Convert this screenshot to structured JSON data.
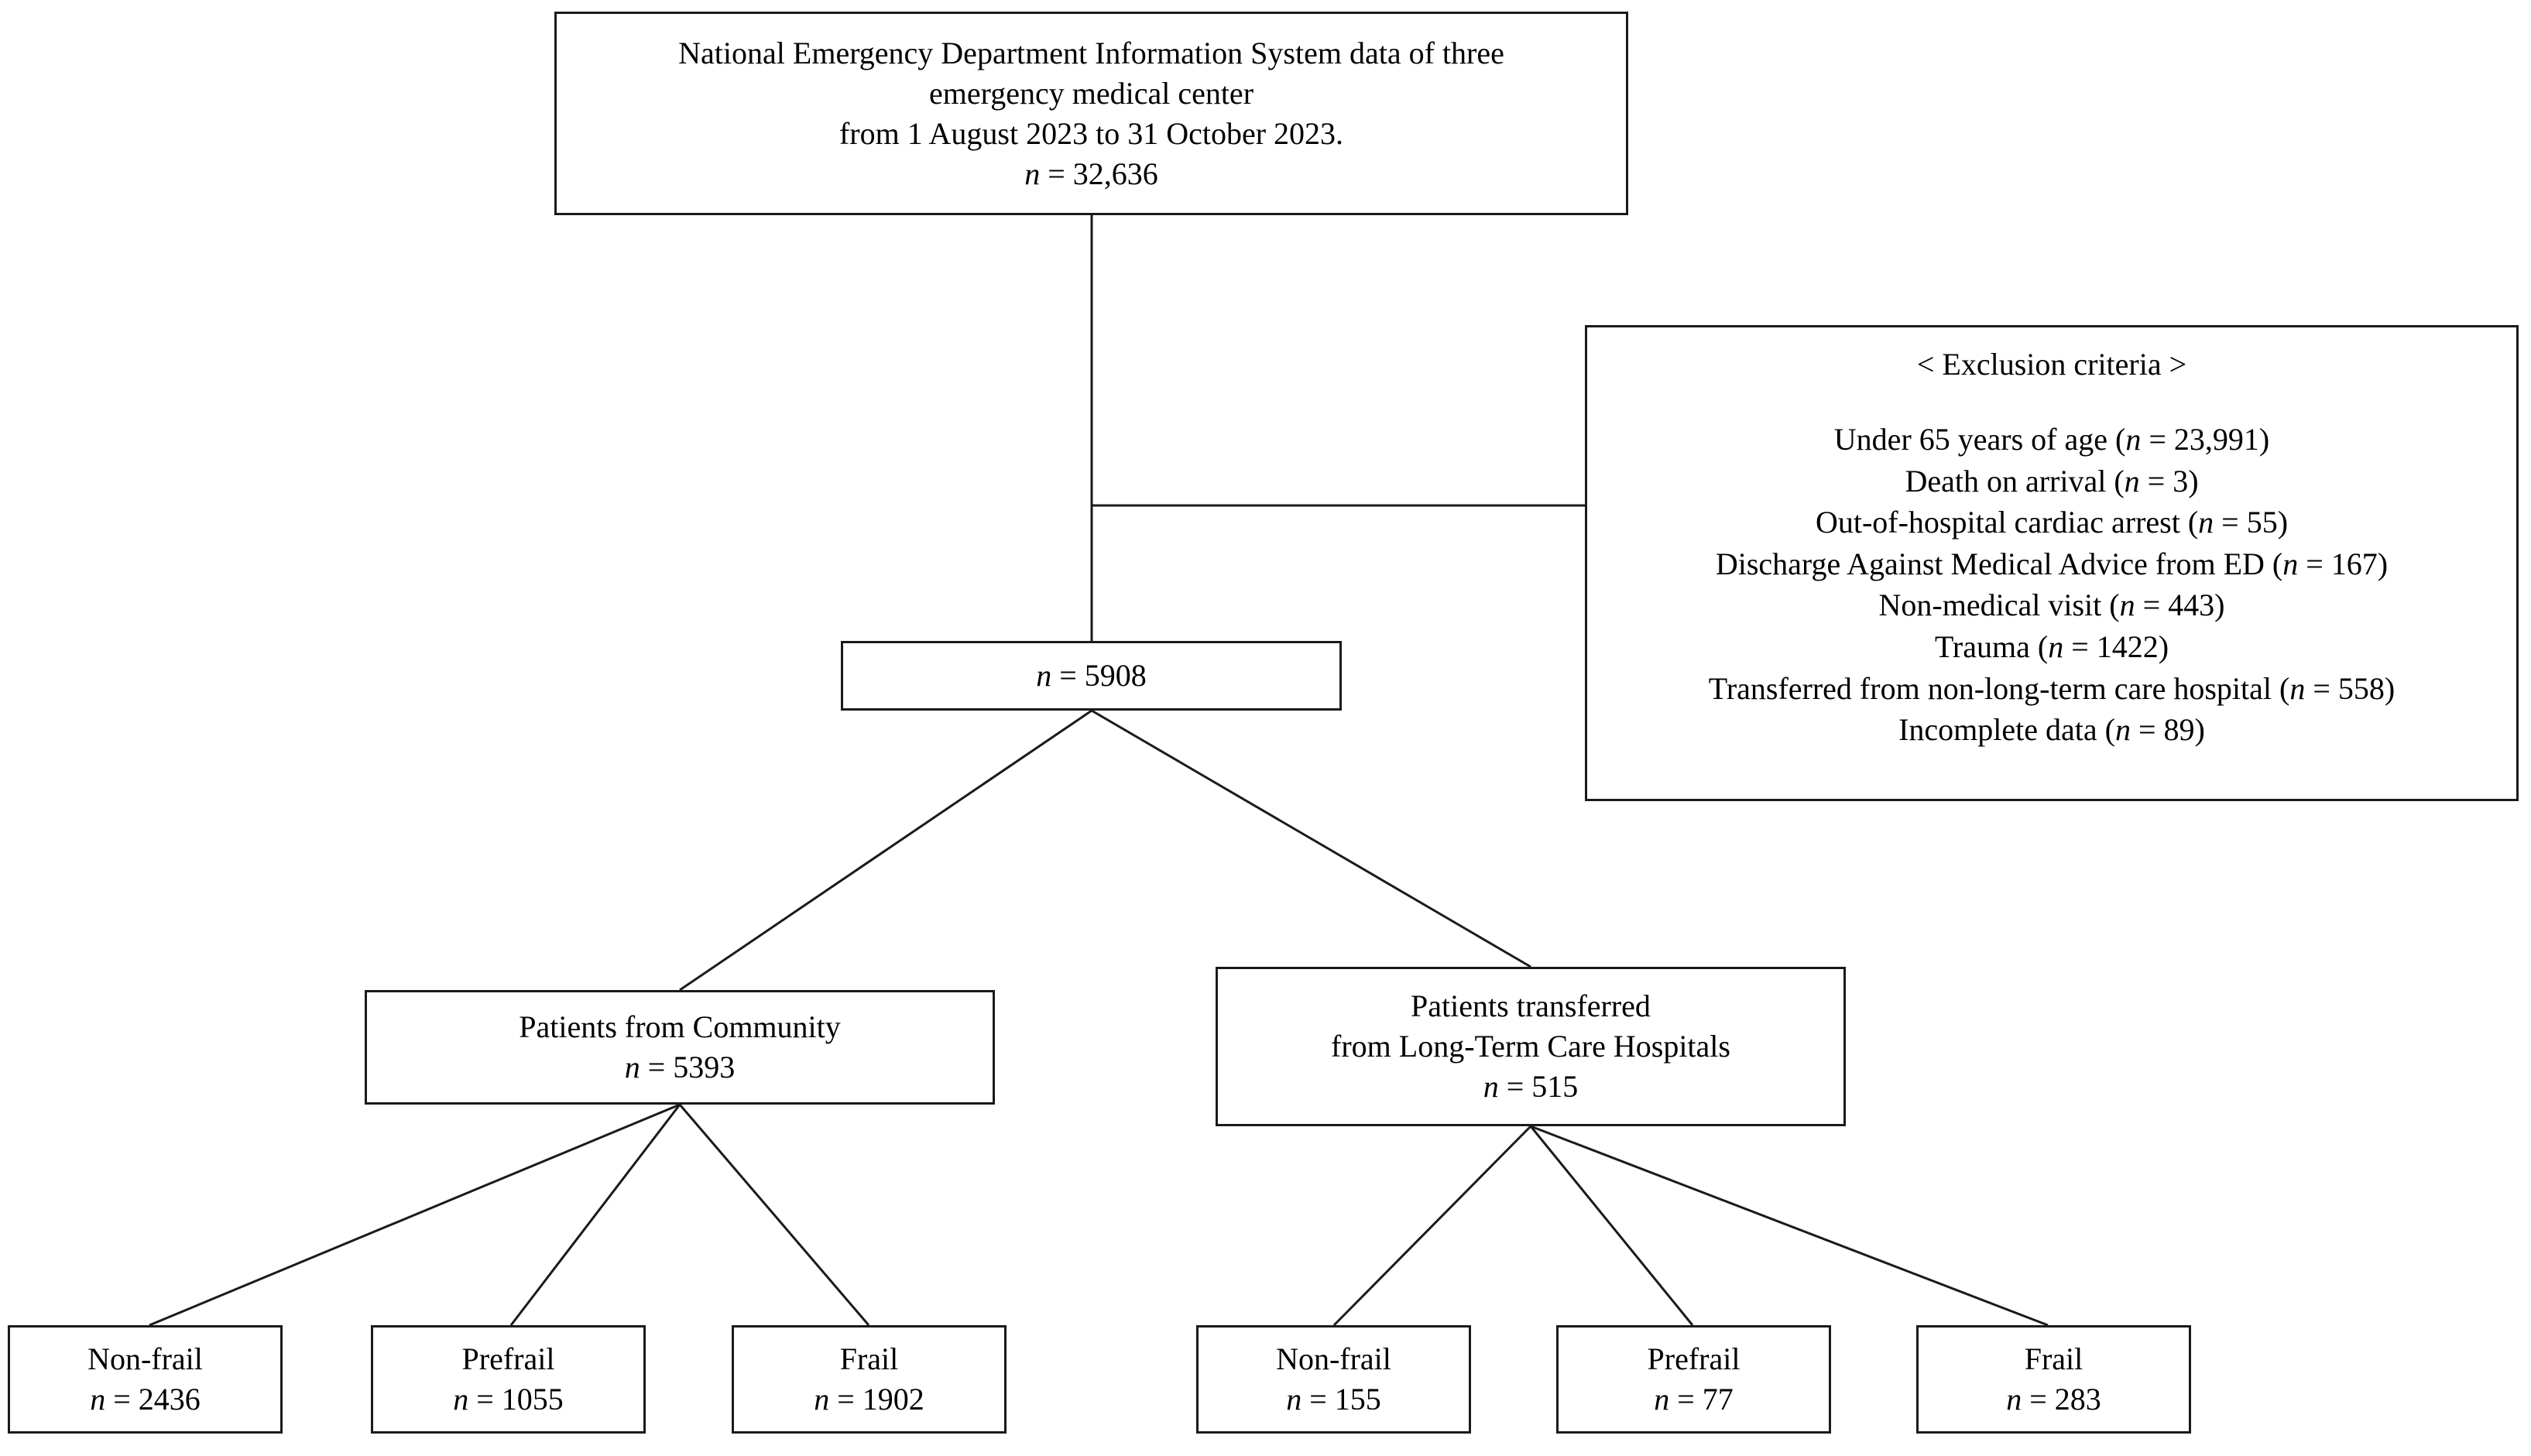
{
  "figure": {
    "type": "flowchart",
    "description": "Study participant selection flow diagram"
  },
  "nodes": {
    "source": {
      "lines": [
        "National Emergency Department Information System data of three",
        "emergency medical center",
        "from 1 August 2023 to 31 October 2023.",
        "n = 32,636"
      ],
      "n": "32,636"
    },
    "exclusion": {
      "title": "< Exclusion criteria >",
      "items": [
        "Under 65 years of age (n = 23,991)",
        "Death on arrival (n = 3)",
        "Out-of-hospital cardiac arrest (n = 55)",
        "Discharge Against Medical Advice from ED (n = 167)",
        "Non-medical visit (n = 443)",
        "Trauma (n = 1422)",
        "Transferred from non-long-term care hospital (n = 558)",
        "Incomplete data (n = 89)"
      ],
      "counts": [
        23991,
        3,
        55,
        167,
        443,
        1422,
        558,
        89
      ]
    },
    "included": {
      "lines": [
        "n = 5908"
      ],
      "n": "5908"
    },
    "community": {
      "lines": [
        "Patients from Community",
        "n = 5393"
      ],
      "n": "5393"
    },
    "transferred": {
      "lines": [
        "Patients transferred",
        "from Long-Term Care Hospitals",
        "n = 515"
      ],
      "n": "515"
    },
    "community_nonfrail": {
      "lines": [
        "Non-frail",
        "n = 2436"
      ],
      "n": "2436"
    },
    "community_prefrail": {
      "lines": [
        "Prefrail",
        "n = 1055"
      ],
      "n": "1055"
    },
    "community_frail": {
      "lines": [
        "Frail",
        "n = 1902"
      ],
      "n": "1902"
    },
    "transferred_nonfrail": {
      "lines": [
        "Non-frail",
        "n = 155"
      ],
      "n": "155"
    },
    "transferred_prefrail": {
      "lines": [
        "Prefrail",
        "n = 77"
      ],
      "n": "77"
    },
    "transferred_frail": {
      "lines": [
        "Frail",
        "n = 283"
      ],
      "n": "283"
    }
  },
  "colors": {
    "stroke": "#1a1a1a",
    "background": "#ffffff",
    "text": "#000000"
  }
}
